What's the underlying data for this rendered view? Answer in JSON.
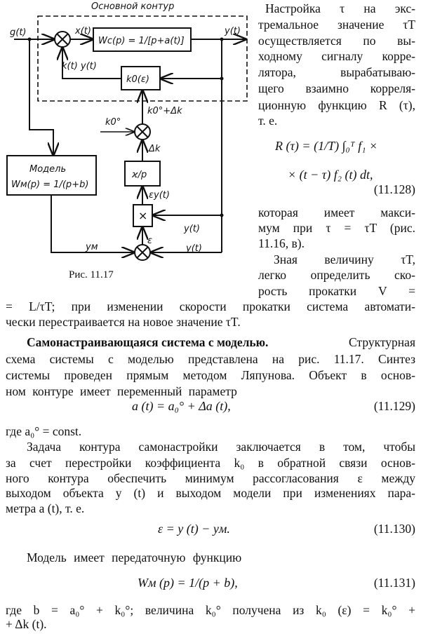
{
  "figure": {
    "title": "Основной контур",
    "caption": "Рис. 11.17",
    "labels": {
      "g": "g(t)",
      "x": "x(t)",
      "y_out": "y(t)",
      "wc": "Wc(p) = 1/[p+a(t)]",
      "kyt": "k(t) y(t)",
      "k0": "k0(ε)",
      "k0_dk": "k0°+Δk",
      "k0_in": "k0°",
      "dk": "Δk",
      "int": "ϰ/p",
      "eps_y": "εy(t)",
      "mult": "×",
      "y_mult": "y(t)",
      "eps": "ε",
      "y_cmp": "y(t)",
      "ym": "yм",
      "model_title": "Модель",
      "model_tf": "Wм(p) = 1/(p+b)"
    }
  },
  "right_column": [
    "Настройка τ на экс-",
    "тремальное значение τT",
    "осуществляется по вы-",
    "ходному сигналу корре-",
    "лятора, вырабатываю-",
    "щего взаимно корреля-",
    "ционную функцию R (τ),",
    "т. е.",
    "R (τ) = (1/T) ∫₀ᵀ f₁ ×",
    "× (t − τ) f₂ (t) dt,",
    "(11.128)",
    "которая имеет макси-",
    "мум при τ = τT (рис.",
    "11.16, в).",
    "Зная величину τT,",
    "легко определить ско-",
    "рость прокатки V ="
  ],
  "body": [
    "= L/τT; при изменении скорости прокатки система автомати-",
    "чески перестраивается на новое значение τT.",
    "Самонастраивающаяся система с моделью.",
    "Структурная",
    "схема системы с моделью представлена на рис. 11.17. Синтез",
    "системы проведен прямым методом Ляпунова. Объект в основ-",
    "ном контуре имеет переменный параметр",
    "a (t) = a₀° + Δa (t),",
    "(11.129)",
    "где a₀° = const.",
    "Задача контура самонастройки заключается в том, чтобы",
    "за счет перестройки коэффициента k₀ в обратной связи основ-",
    "ного контура обеспечить минимум рассогласования ε между",
    "выходом объекта y (t) и выходом модели при изменениях пара-",
    "метра a (t), т. е.",
    "ε = y (t) − yм.",
    "(11.130)",
    "Модель имеет передаточную функцию",
    "Wм (p) = 1/(p + b),",
    "(11.131)",
    "где b = a₀° + k₀°; величина k₀° получена из k₀ (ε) = k₀° +",
    "+ Δk (t)."
  ]
}
